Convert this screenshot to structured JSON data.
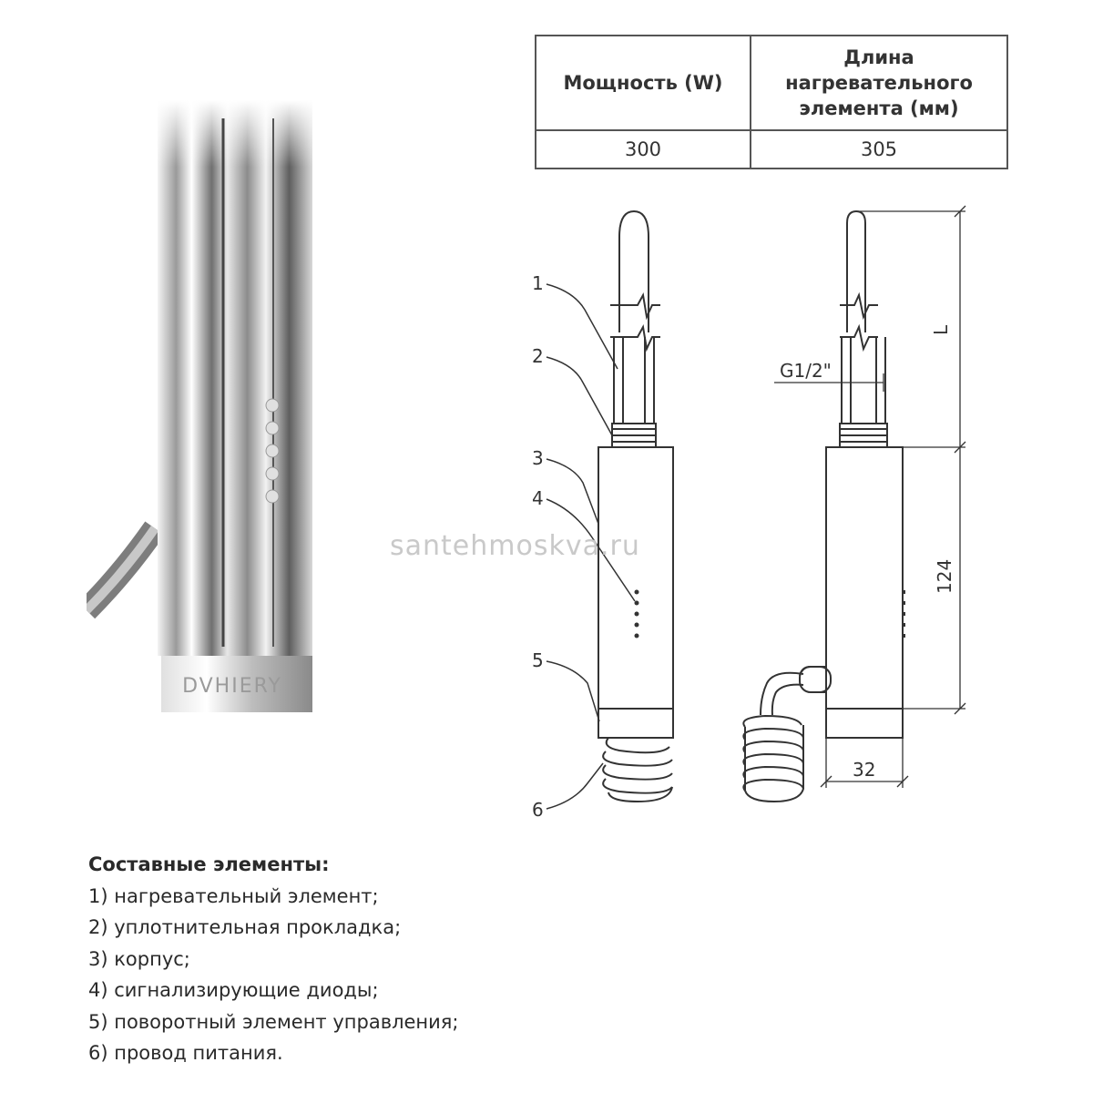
{
  "table": {
    "headers": [
      "Мощность (W)",
      "Длина нагревательного элемента (мм)"
    ],
    "rows": [
      [
        "300",
        "305"
      ]
    ]
  },
  "photo": {
    "brand_text": "DVHIERY"
  },
  "diagram": {
    "callouts": [
      "1",
      "2",
      "3",
      "4",
      "5",
      "6"
    ],
    "dimensions": {
      "thread": "G1/2\"",
      "length": "L",
      "body_height": "124",
      "diameter": "32"
    }
  },
  "watermark": "santehmoskva.ru",
  "parts": {
    "heading": "Составные элементы:",
    "items": [
      "1) нагревательный элемент;",
      "2) уплотнительная прокладка;",
      "3) корпус;",
      "4) сигнализирующие диоды;",
      "5) поворотный элемент управления;",
      "6) провод питания."
    ]
  }
}
